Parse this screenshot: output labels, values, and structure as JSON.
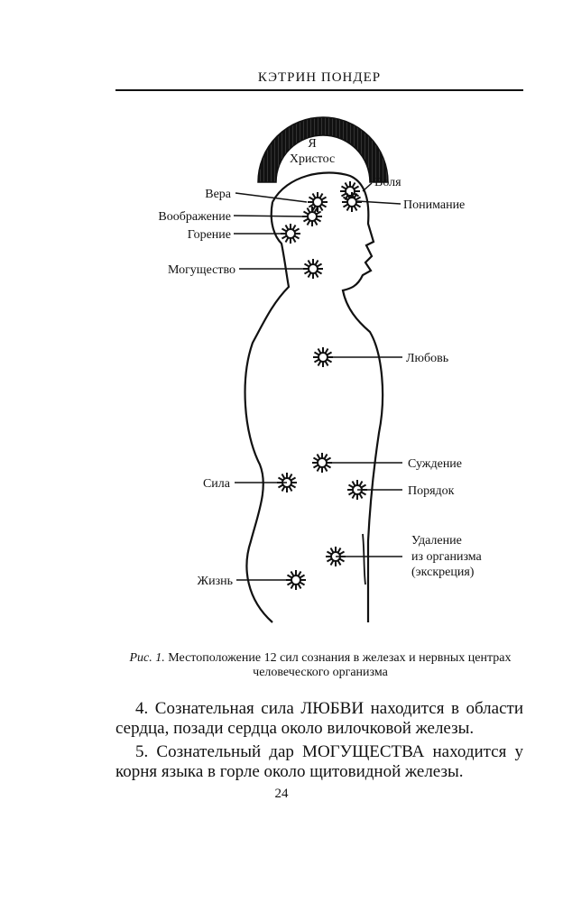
{
  "header": {
    "running_title": "КЭТРИН ПОНДЕР"
  },
  "figure": {
    "halo_text": [
      "Я",
      "Христос"
    ],
    "labels": {
      "vera": "Вера",
      "voobrazhenie": "Воображение",
      "gorenie": "Горение",
      "mogushchestvo": "Могущество",
      "sila": "Сила",
      "zhizn": "Жизнь",
      "volya": "Воля",
      "ponimanie": "Понимание",
      "lyubov": "Любовь",
      "suzhdenie": "Суждение",
      "poryadok": "Порядок",
      "udalenie": [
        "Удаление",
        "из организма",
        "(экскреция)"
      ]
    }
  },
  "caption": {
    "label": "Рис. 1.",
    "text": "Местоположение 12 сил сознания в железах и нервных центрах человеческого организма"
  },
  "body": {
    "paragraphs": [
      "4. Сознательная сила ЛЮБВИ находится в области сердца, позади сердца около вилочковой железы.",
      "5. Сознательный дар МОГУЩЕСТВА находится у корня языка в горле около щитовидной железы."
    ]
  },
  "page_number": "24"
}
